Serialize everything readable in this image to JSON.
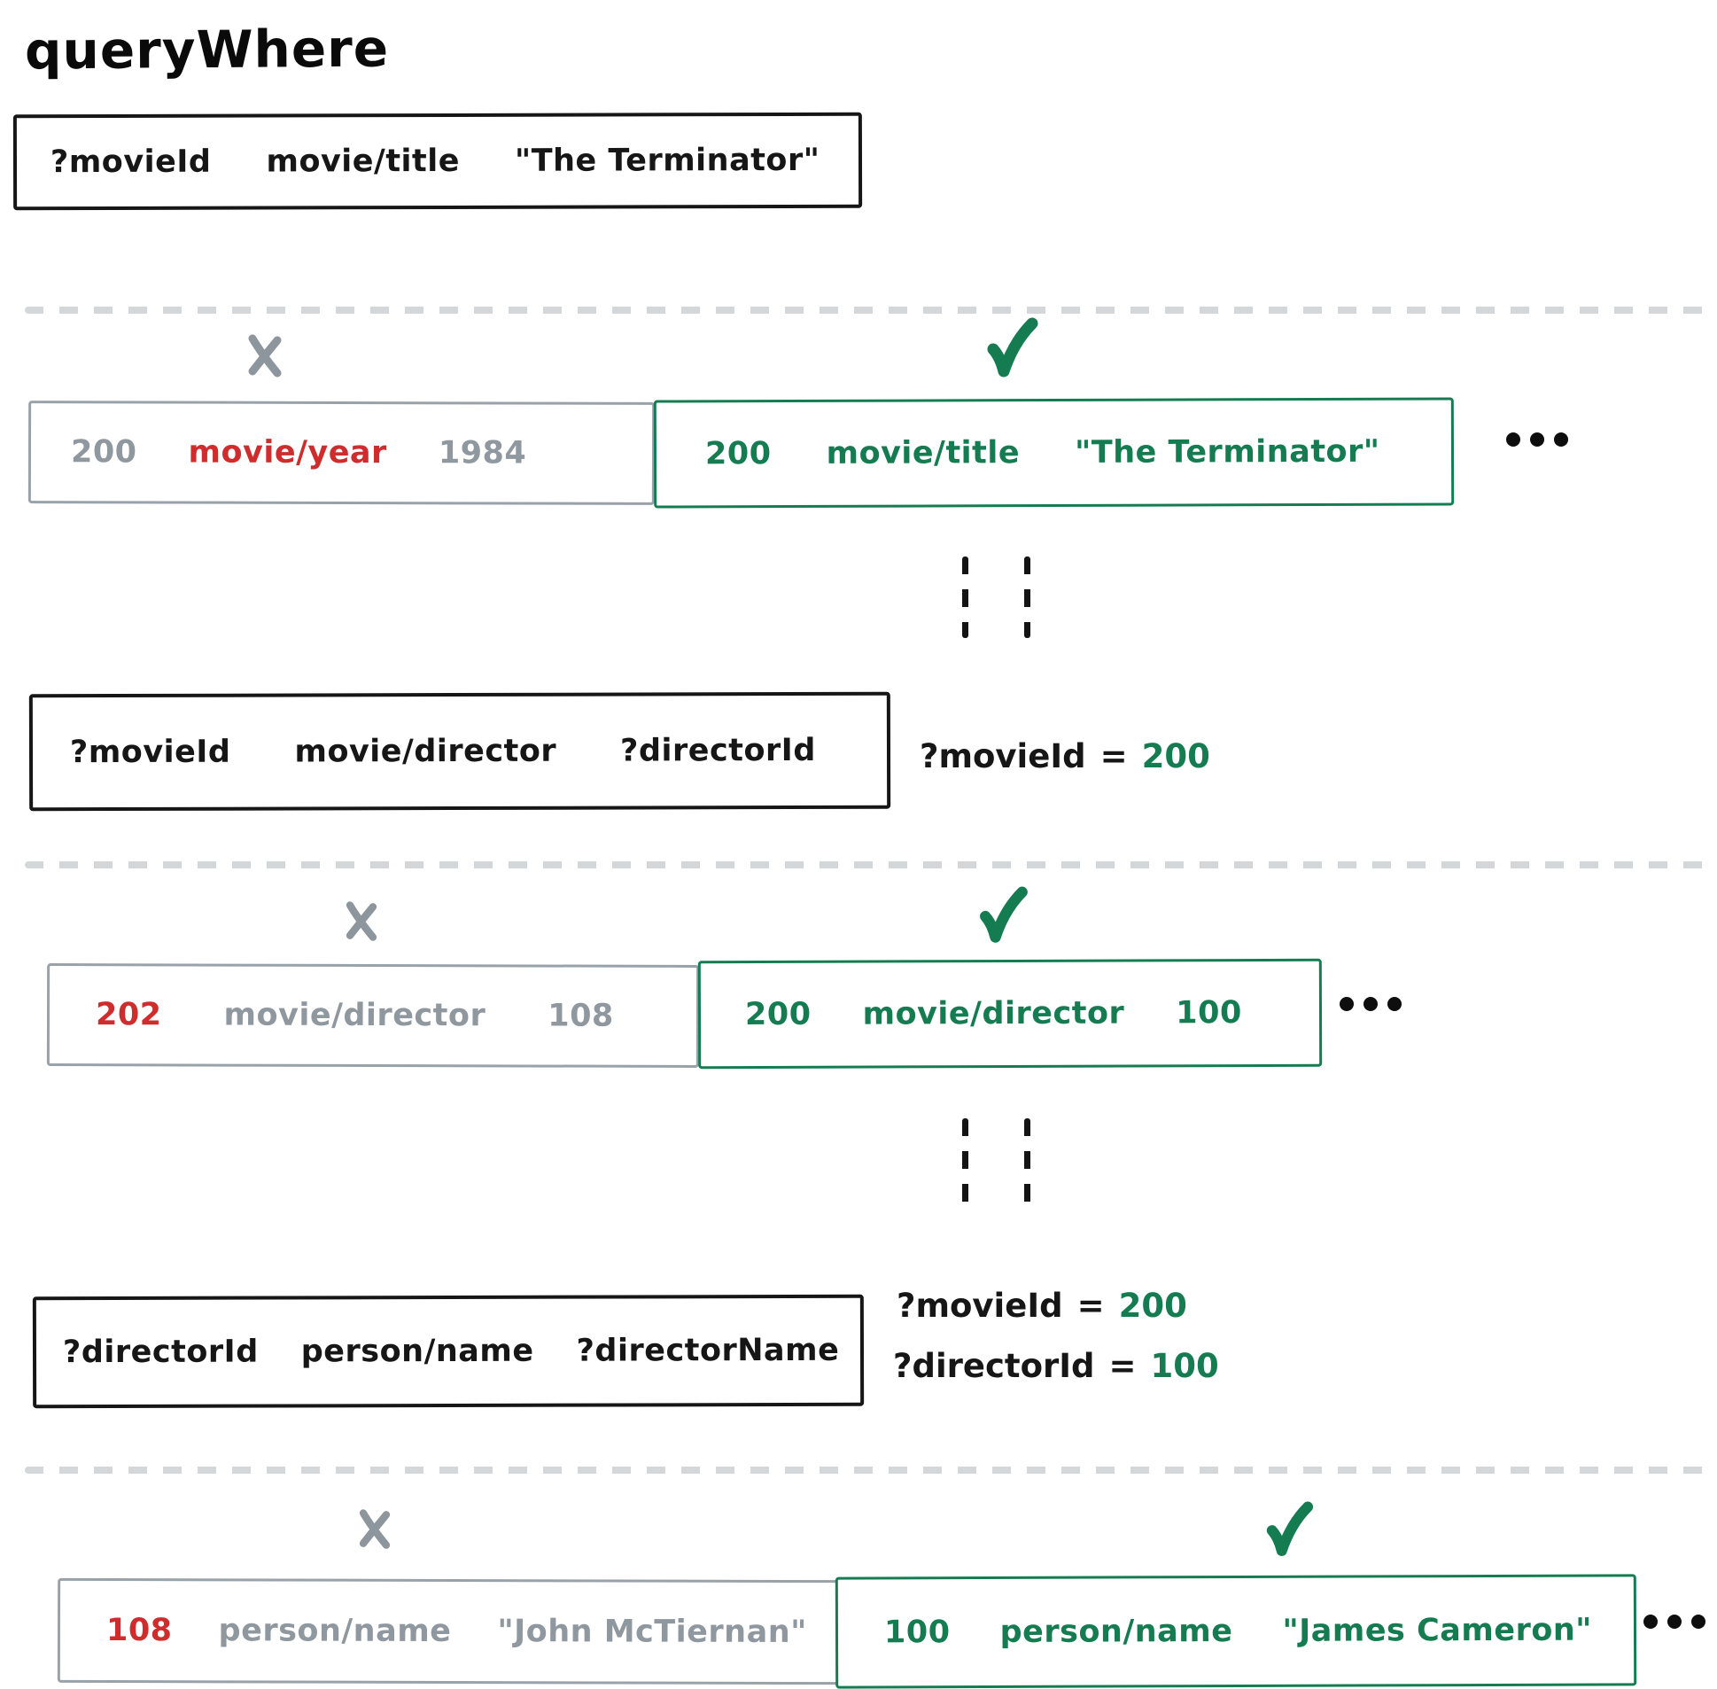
{
  "title": "queryWhere",
  "colors": {
    "accept_green": "#157c52",
    "reject_red": "#cf2d2d",
    "muted_gray": "#8f979f",
    "separator_gray": "#d3d7da",
    "ink_black": "#161616"
  },
  "icons": {
    "reject": "x-icon",
    "accept": "check-icon",
    "more_datoms": "ellipsis-dots-icon",
    "continuation": "vertical-dashes-icon"
  },
  "steps": [
    {
      "query": {
        "entity": "?movieId",
        "attribute": "movie/title",
        "value": "\"The Terminator\""
      },
      "bindings": [],
      "rejected": {
        "entity": "200",
        "attribute": "movie/year",
        "value": "1984"
      },
      "accepted": {
        "entity": "200",
        "attribute": "movie/title",
        "value": "\"The Terminator\""
      }
    },
    {
      "query": {
        "entity": "?movieId",
        "attribute": "movie/director",
        "value": "?directorId"
      },
      "bindings": [
        {
          "variable": "?movieId",
          "op": "=",
          "value": "200"
        }
      ],
      "rejected": {
        "entity": "202",
        "attribute": "movie/director",
        "value": "108"
      },
      "accepted": {
        "entity": "200",
        "attribute": "movie/director",
        "value": "100"
      }
    },
    {
      "query": {
        "entity": "?directorId",
        "attribute": "person/name",
        "value": "?directorName"
      },
      "bindings": [
        {
          "variable": "?movieId",
          "op": "=",
          "value": "200"
        },
        {
          "variable": "?directorId",
          "op": "=",
          "value": "100"
        }
      ],
      "rejected": {
        "entity": "108",
        "attribute": "person/name",
        "value": "\"John McTiernan\""
      },
      "accepted": {
        "entity": "100",
        "attribute": "person/name",
        "value": "\"James Cameron\""
      }
    }
  ]
}
